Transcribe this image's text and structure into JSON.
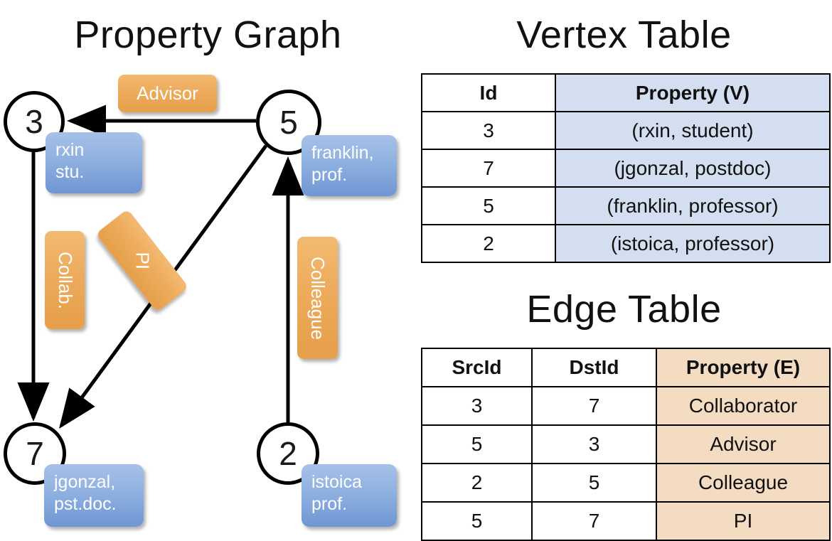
{
  "graph": {
    "title": "Property Graph",
    "nodes": [
      {
        "id": "3",
        "property": "rxin\nstu."
      },
      {
        "id": "5",
        "property": "franklin,\nprof."
      },
      {
        "id": "7",
        "property": "jgonzal,\npst.doc."
      },
      {
        "id": "2",
        "property": "istoica\nprof."
      }
    ],
    "edge_labels": [
      {
        "name": "advisor-label",
        "text": "Advisor"
      },
      {
        "name": "collab-label",
        "text": "Collab."
      },
      {
        "name": "pi-label",
        "text": "PI"
      },
      {
        "name": "colleague-label",
        "text": "Colleague"
      }
    ],
    "edges": [
      {
        "from": "5",
        "to": "3",
        "label": "Advisor"
      },
      {
        "from": "3",
        "to": "7",
        "label": "Collab."
      },
      {
        "from": "5",
        "to": "7",
        "label": "PI"
      },
      {
        "from": "2",
        "to": "5",
        "label": "Colleague"
      }
    ]
  },
  "vertex_table": {
    "title": "Vertex Table",
    "headers": [
      "Id",
      "Property (V)"
    ],
    "rows": [
      [
        "3",
        "(rxin, student)"
      ],
      [
        "7",
        "(jgonzal, postdoc)"
      ],
      [
        "5",
        "(franklin, professor)"
      ],
      [
        "2",
        "(istoica, professor)"
      ]
    ]
  },
  "edge_table": {
    "title": "Edge Table",
    "headers": [
      "SrcId",
      "DstId",
      "Property (E)"
    ],
    "rows": [
      [
        "3",
        "7",
        "Collaborator"
      ],
      [
        "5",
        "3",
        "Advisor"
      ],
      [
        "2",
        "5",
        "Colleague"
      ],
      [
        "5",
        "7",
        "PI"
      ]
    ]
  },
  "colors": {
    "vertex_property_fill": "#d3dff0",
    "edge_property_fill": "#f4dcc2",
    "node_property_box": "#8fb1e0",
    "edge_label_box": "#edab5c",
    "stroke": "#000000",
    "background": "#ffffff"
  }
}
